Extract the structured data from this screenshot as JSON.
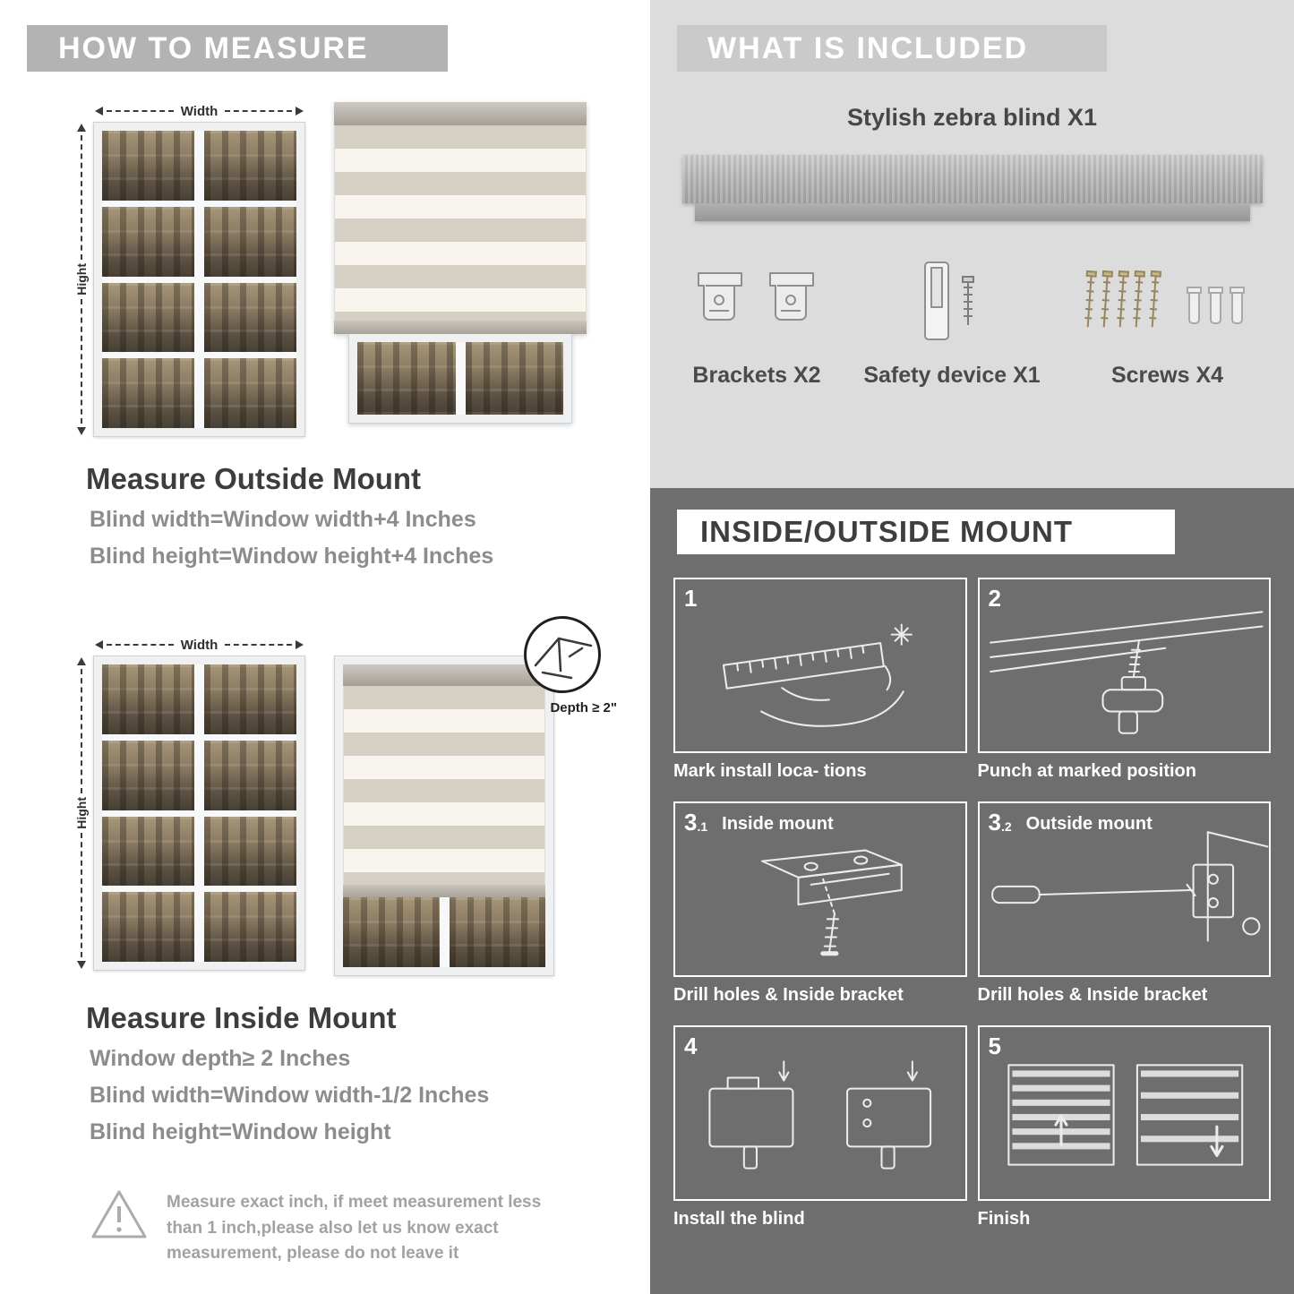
{
  "left": {
    "header": "HOW TO MEASURE",
    "outside": {
      "width_label": "Width",
      "height_label": "Hight",
      "title": "Measure Outside Mount",
      "lines": [
        "Blind width=Window width+4 Inches",
        "Blind height=Window height+4 Inches"
      ]
    },
    "inside": {
      "width_label": "Width",
      "height_label": "Hight",
      "depth_label": "Depth ≥ 2\"",
      "title": "Measure Inside Mount",
      "lines": [
        "Window depth≥ 2 Inches",
        "Blind width=Window width-1/2 Inches",
        "Blind height=Window height"
      ]
    },
    "warning_text": "Measure exact inch, if meet measurement less than 1 inch,please also let us know exact measurement, please do not leave it"
  },
  "included": {
    "header": "WHAT IS INCLUDED",
    "blind_label": "Stylish zebra blind X1",
    "items": [
      {
        "label": "Brackets X2"
      },
      {
        "label": "Safety device X1"
      },
      {
        "label": "Screws X4"
      }
    ]
  },
  "mount": {
    "header": "INSIDE/OUTSIDE MOUNT",
    "steps": [
      {
        "num": "1",
        "caption": "Mark install loca- tions"
      },
      {
        "num": "2",
        "caption": "Punch at  marked position"
      },
      {
        "num": "3",
        "sub": ".1",
        "title": "Inside mount",
        "caption": "Drill holes &  Inside bracket"
      },
      {
        "num": "3",
        "sub": ".2",
        "title": "Outside mount",
        "caption": "Drill holes &  Inside bracket"
      },
      {
        "num": "4",
        "caption": "Install the blind"
      },
      {
        "num": "5",
        "caption": "Finish"
      }
    ]
  },
  "colors": {
    "banner_gray": "#b3b3b3",
    "light_section": "#dcdcdc",
    "dark_section": "#6e6e6e",
    "heading_dark": "#3d3d3d",
    "body_gray": "#8c8c8c"
  }
}
